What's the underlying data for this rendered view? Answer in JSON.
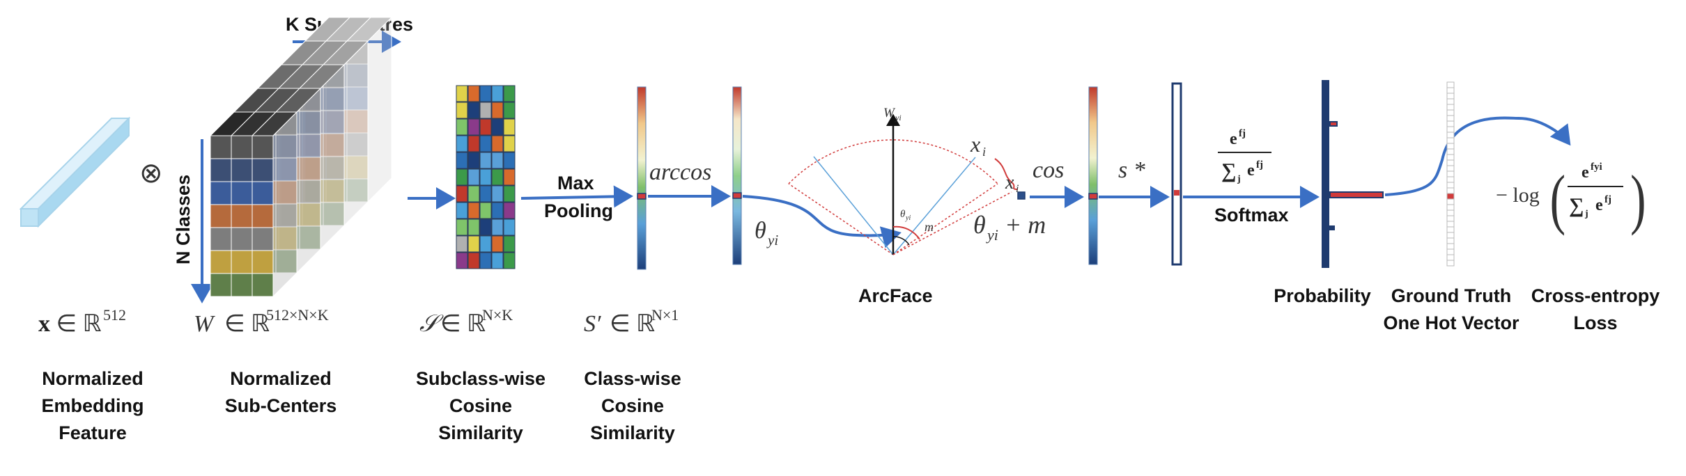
{
  "diagram": {
    "k_subcentres_label": "K Sub-centres",
    "n_classes_label": "N Classes",
    "tensor_product_symbol": "⊗",
    "max_pooling_label": [
      "Max",
      "Pooling"
    ],
    "arccos_label": "arccos",
    "theta_label": "θ",
    "theta_sub": "yi",
    "theta_margin_sub": "yi",
    "theta_margin_suffix": " + m",
    "w_yi_label": "Wyi",
    "x_i_label": "xi",
    "x_i_label2": "xi",
    "small_theta_label": "θyi",
    "m_label": "m",
    "cos_label": "cos",
    "s_star_label": "s *",
    "softmax_numerator": "e",
    "softmax_num_sup": "fj",
    "softmax_denominator": "∑",
    "softmax_den_sub": "j",
    "softmax_den_e": "e",
    "softmax_den_sup": "fj",
    "softmax_label": "Softmax",
    "arcface_label": "ArcFace",
    "loss_formula_prefix": "− log",
    "loss_num_e": "e",
    "loss_num_sup": "fyi",
    "loss_den_sigma": "∑",
    "loss_den_sub": "j",
    "loss_den_e": "e",
    "loss_den_sup": "fj"
  },
  "math_labels": {
    "x": "x ∈ ℝ",
    "x_sup": "512",
    "w": "W ∈ ℝ",
    "w_sup": "512×N×K",
    "s": "𝒮 ∈ ℝ",
    "s_sup": "N×K",
    "sp": "S′ ∈ ℝ",
    "sp_sup": "N×1"
  },
  "captions": {
    "embedding": [
      "Normalized",
      "Embedding",
      "Feature"
    ],
    "subcenters": [
      "Normalized",
      "Sub-Centers"
    ],
    "subclass": [
      "Subclass-wise",
      "Cosine",
      "Similarity"
    ],
    "classwise": [
      "Class-wise",
      "Cosine",
      "Similarity"
    ],
    "probability": "Probability",
    "ground_truth": [
      "Ground Truth",
      "One Hot Vector"
    ],
    "loss": [
      "Cross-entropy",
      "Loss"
    ]
  },
  "colors": {
    "arrow": "#3a6fc4",
    "embedding": "#bfe3f5",
    "bar_dark": "#1f3b6f",
    "highlight": "#d13b3b"
  }
}
